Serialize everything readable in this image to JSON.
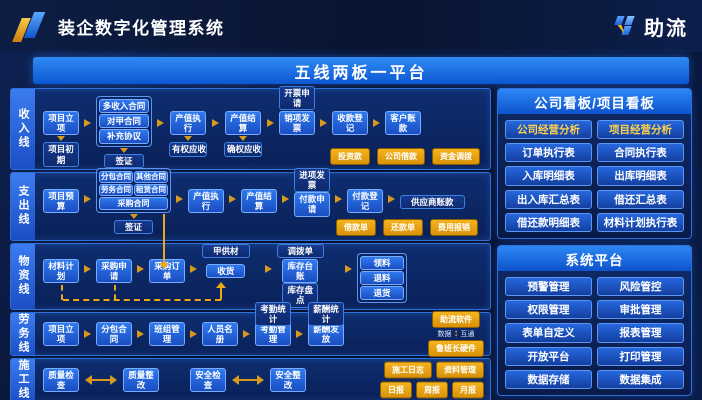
{
  "header": {
    "title": "装企数字化管理系统",
    "brand": "助流"
  },
  "banner": "五线两板一平台",
  "income": {
    "label": "收入线",
    "lixiang": "项目立项",
    "chuqi": "项目初期",
    "c1": "多收入合同",
    "c2": "对甲合同",
    "c3": "补充协议",
    "qz": "签证",
    "zx": "产值执行",
    "yq": "有权应收",
    "js": "产值结算",
    "qq": "确权应收",
    "kp": "开票申请",
    "xx": "销项发票",
    "sk": "收款登记",
    "kh": "客户账款",
    "o1": "投资款",
    "o2": "公司借款",
    "o3": "资金调拨"
  },
  "expense": {
    "label": "支出线",
    "ys": "项目预算",
    "c1": "分包合同",
    "c2": "其他合同",
    "c3": "劳务合同",
    "c4": "租赁合同",
    "c5": "采购合同",
    "qz": "签证",
    "zx": "产值执行",
    "js": "产值结算",
    "jx": "进项发票",
    "fk": "付款申请",
    "fd": "付款登记",
    "gys": "供应商账款",
    "o1": "借款单",
    "o2": "还款单",
    "o3": "费用报销"
  },
  "material": {
    "label": "物资线",
    "jh": "材料计划",
    "sq": "采购申请",
    "dd": "采购订单",
    "jg": "甲供材",
    "sh": "收货",
    "db": "调拨单",
    "tz": "库存台账",
    "pd": "库存盘点",
    "l1": "领料",
    "l2": "退料",
    "l3": "退货"
  },
  "labor": {
    "label": "劳务线",
    "lx": "项目立项",
    "fb": "分包合同",
    "bz": "班组管理",
    "ry": "人员名册",
    "kqt": "考勤统计",
    "kq": "考勤管理",
    "xct": "薪酬统计",
    "xc": "薪酬发放",
    "soft": "助流软件",
    "hard": "鲁班长硬件",
    "d1": "数据",
    "d2": "互通"
  },
  "construction": {
    "label": "施工线",
    "zl1": "质量检查",
    "zl2": "质量整改",
    "aq1": "安全检查",
    "aq2": "安全整改",
    "o1": "施工日志",
    "o2": "资料管理",
    "o3": "日报",
    "o4": "周报",
    "o5": "月报"
  },
  "board": {
    "title": "公司看板/项目看板",
    "highlight": [
      "公司经营分析",
      "项目经营分析"
    ],
    "buttons": [
      "订单执行表",
      "合同执行表",
      "入库明细表",
      "出库明细表",
      "出入库汇总表",
      "借还汇总表",
      "借还款明细表",
      "材料计划执行表"
    ]
  },
  "platform": {
    "title": "系统平台",
    "buttons": [
      "预警管理",
      "风险管控",
      "权限管理",
      "审批管理",
      "表单自定义",
      "报表管理",
      "开放平台",
      "打印管理",
      "数据存储",
      "数据集成"
    ]
  },
  "colors": {
    "accent_blue": "#1b6ae8",
    "gold": "#eda515",
    "lane_bg": "#0c2a68"
  }
}
